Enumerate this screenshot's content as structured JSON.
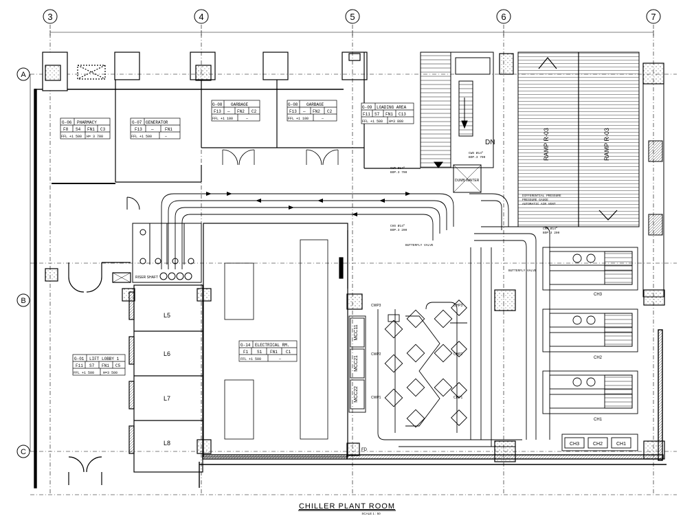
{
  "title": "CHILLER PLANT ROOM",
  "scale": "SCALE   1 : 50",
  "grid_columns": [
    "3",
    "4",
    "5",
    "6",
    "7"
  ],
  "grid_rows": [
    "A",
    "B",
    "C"
  ],
  "rooms": {
    "pharmacy": {
      "code": "G-06",
      "name": "PHARMACY",
      "r1": [
        "F8",
        "S4",
        "FN1",
        "C3"
      ],
      "r2": [
        "FFL +1 500",
        "H= 3 700"
      ]
    },
    "generator": {
      "code": "G-07",
      "name": "GENERATOR",
      "r1": [
        "F13",
        "—",
        "FN1"
      ],
      "r2": [
        "FFL +1 500",
        "—"
      ]
    },
    "garbage1": {
      "code": "G-08",
      "name": "GARBAGE",
      "r1": [
        "F13",
        "—",
        "FN2",
        "C2"
      ],
      "r2": [
        "FFL +1 100",
        "—"
      ]
    },
    "garbage2": {
      "code": "G-08",
      "name": "GARBAGE",
      "r1": [
        "F13",
        "—",
        "FN2",
        "C2"
      ],
      "r2": [
        "FFL +1 100",
        "—"
      ]
    },
    "loading": {
      "code": "G-09",
      "name": "LOADING AREA",
      "r1": [
        "F11",
        "S7",
        "FN1",
        "C13"
      ],
      "r2": [
        "FFL +1 500",
        "H=3 800"
      ]
    },
    "electrical": {
      "code": "G-14",
      "name": "ELECTRICAL RM.",
      "r1": [
        "F1",
        "S1",
        "FN1",
        "C1"
      ],
      "r2": [
        "FFL +1 500",
        "—"
      ]
    },
    "lift_lobby": {
      "code": "G-01",
      "name": "LIFT LOBBY 1",
      "r1": [
        "F11",
        "S7",
        "FN1",
        "C5"
      ],
      "r2": [
        "FFL +1 500",
        "H=3 500"
      ]
    }
  },
  "lifts": [
    "L5",
    "L6",
    "L7",
    "L8"
  ],
  "mcc": [
    "MCC11",
    "MCC21",
    "MCC22"
  ],
  "chillers": [
    "CH3",
    "CH2",
    "CH1"
  ],
  "chiller_panels": [
    "CH3",
    "CH2",
    "CH1"
  ],
  "pumps": [
    "CWP3",
    "CWP2",
    "CWP1",
    "CHP3",
    "CHP2",
    "CHP1"
  ],
  "ramps": [
    "RAMP R-03",
    "RAMP R-03"
  ],
  "stair_label": "DN",
  "riser_label": "RISER SHAFT",
  "dump_label": "DUMB WAITER",
  "pipe_notes": [
    "DIFFERENTIAL PRESSURE",
    "PRESSURE GAUGE",
    "AUTOMATIC AIR VENT",
    "BUTTERFLY VALVE",
    "BUTTERFLY VALVE"
  ],
  "pipe_tags": [
    "CWS Ø14\"",
    "BOP.3 700",
    "CWR Ø14\"",
    "BOP.3 700",
    "CHS Ø14\"",
    "BOP.3 200",
    "CHR Ø14\"",
    "BOP.3 200"
  ],
  "fd_label": "FD",
  "colors": {
    "line": "#000000",
    "paper": "#ffffff",
    "hatch": "#555555"
  }
}
